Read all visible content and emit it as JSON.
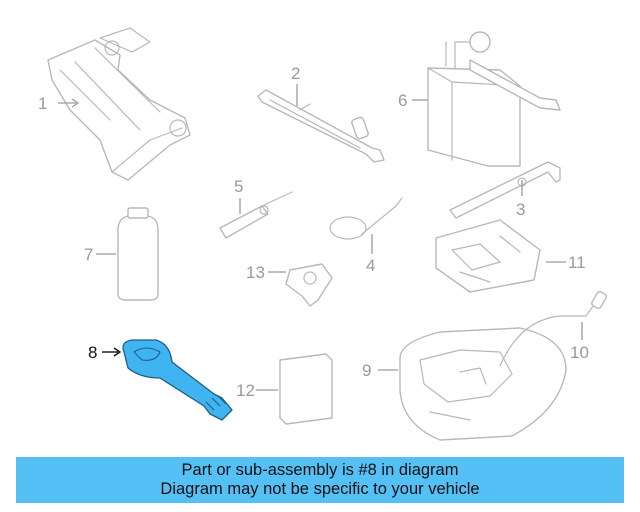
{
  "diagram": {
    "highlight_color": "#40b4f0",
    "callouts": {
      "c1": "1",
      "c2": "2",
      "c3": "3",
      "c4": "4",
      "c5": "5",
      "c6": "6",
      "c7": "7",
      "c8": "8",
      "c9": "9",
      "c10": "10",
      "c11": "11",
      "c12": "12",
      "c13": "13"
    },
    "highlighted_part": "8"
  },
  "banner": {
    "line1": "Part or sub-assembly is #8 in diagram",
    "line2": "Diagram may not be specific to your vehicle",
    "color": "#54c0f5"
  }
}
